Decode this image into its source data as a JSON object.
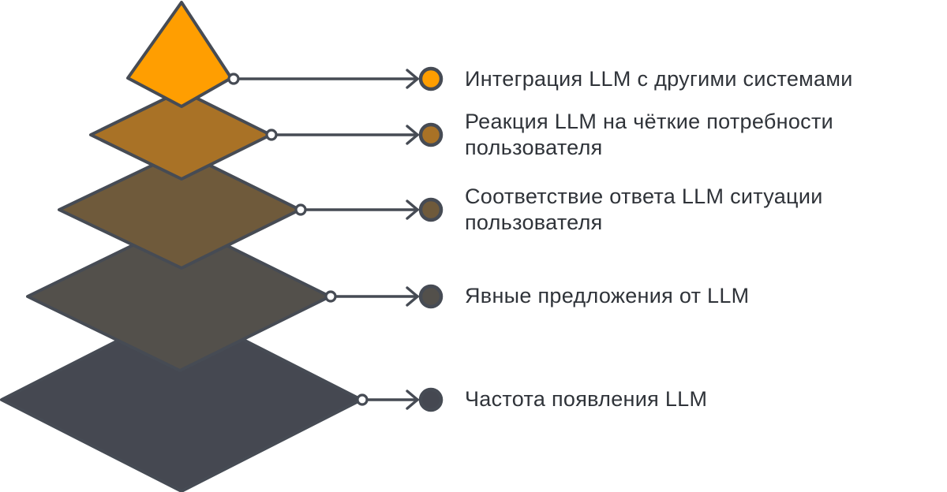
{
  "diagram": {
    "type": "layered-pyramid",
    "background": "#ffffff",
    "outline_color": "#464B54",
    "text_color": "#2F3339",
    "layers": [
      {
        "id": 1,
        "label": "Интеграция LLM с другими системами",
        "color": "#FF9E01"
      },
      {
        "id": 2,
        "label": "Реакция LLM на чёткие потребности\nпользователя",
        "color": "#A97226"
      },
      {
        "id": 3,
        "label": "Соответствие ответа LLM ситуации\nпользователя",
        "color": "#6F5A3B"
      },
      {
        "id": 4,
        "label": "Явные предложения от LLM",
        "color": "#53504B"
      },
      {
        "id": 5,
        "label": "Частота появления LLM",
        "color": "#454851"
      }
    ]
  }
}
